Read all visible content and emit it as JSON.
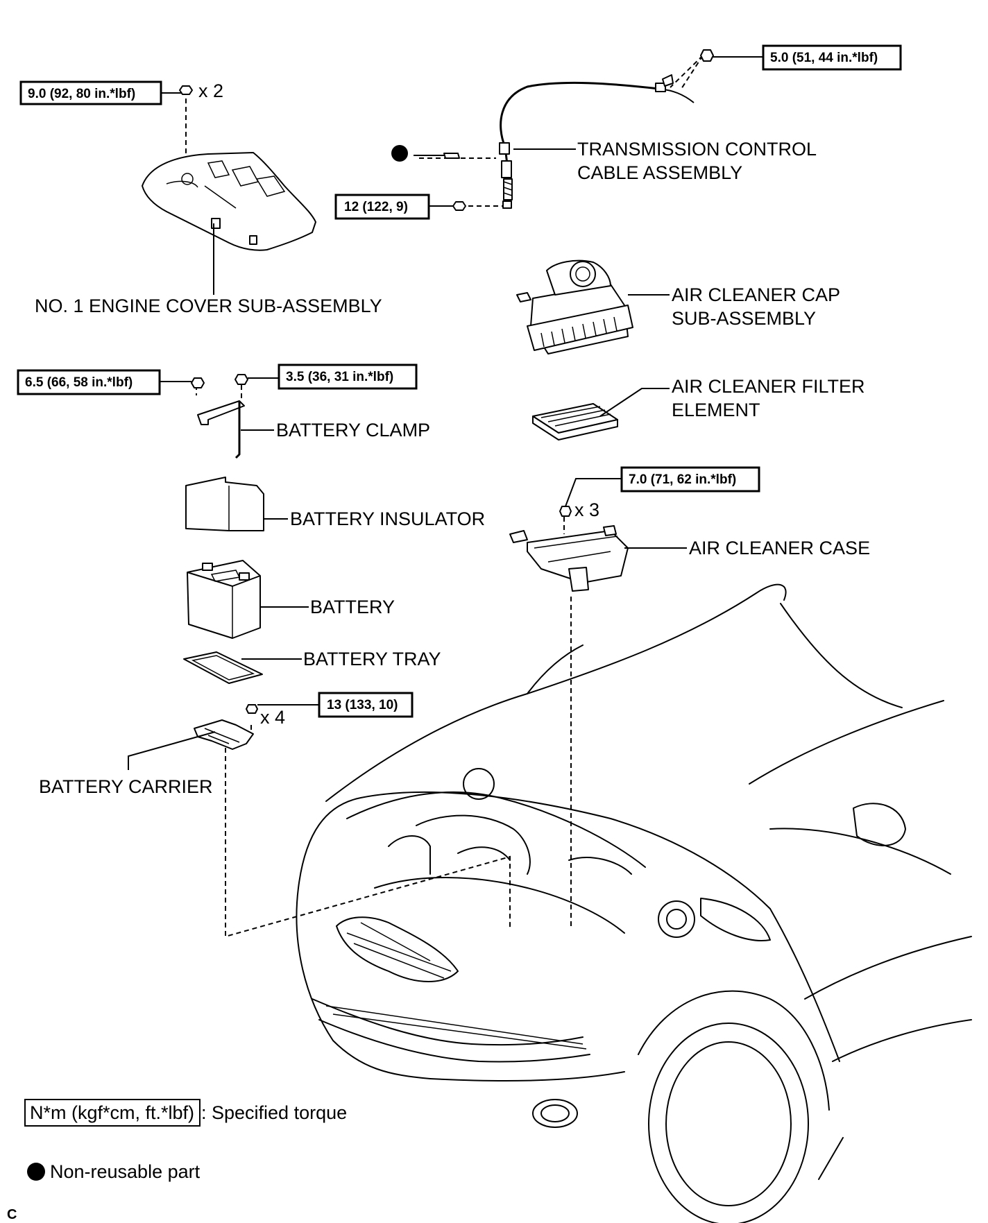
{
  "parts": {
    "transmission_cable": "TRANSMISSION CONTROL CABLE ASSEMBLY",
    "engine_cover": "NO. 1 ENGINE COVER SUB-ASSEMBLY",
    "air_cleaner_cap": "AIR CLEANER CAP SUB-ASSEMBLY",
    "air_filter": "AIR CLEANER FILTER ELEMENT",
    "battery_clamp": "BATTERY CLAMP",
    "battery_insulator": "BATTERY INSULATOR",
    "air_cleaner_case": "AIR CLEANER CASE",
    "battery": "BATTERY",
    "battery_tray": "BATTERY TRAY",
    "battery_carrier": "BATTERY CARRIER"
  },
  "torques": {
    "engine_cover_nut": "9.0 (92, 80 in.*lbf)",
    "cable_bracket_nut": "5.0 (51, 44 in.*lbf)",
    "cable_nut": "12 (122, 9)",
    "clamp_bolt": "6.5 (66, 58 in.*lbf)",
    "clamp_nut": "3.5 (36, 31 in.*lbf)",
    "case_bolt": "7.0 (71, 62 in.*lbf)",
    "carrier_bolt": "13 (133, 10)"
  },
  "quantities": {
    "engine_cover_nut": "x 2",
    "case_bolt": "x 3",
    "carrier_bolt": "x 4"
  },
  "legend": {
    "torque_unit": "N*m (kgf*cm, ft.*lbf)",
    "torque_desc": ": Specified torque",
    "non_reusable": "Non-reusable part"
  },
  "corner_mark": "C"
}
